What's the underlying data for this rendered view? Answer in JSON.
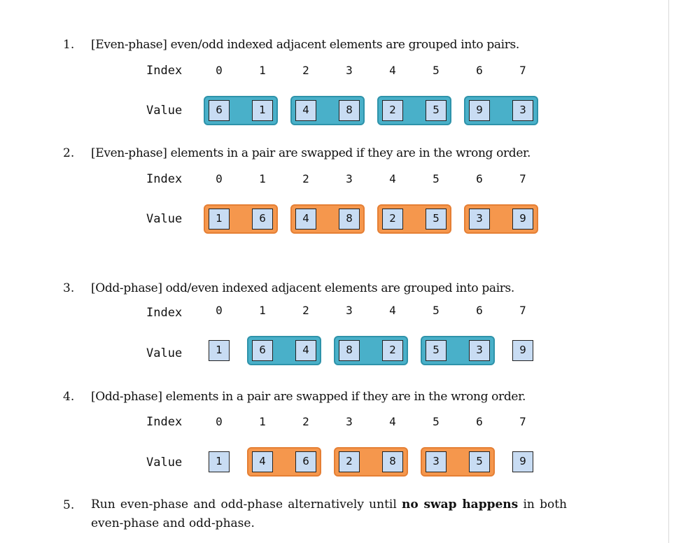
{
  "colors": {
    "group_fill": "#49b0c9",
    "group_border": "#2e93aa",
    "swap_fill": "#f5974d",
    "swap_border": "#e57f34",
    "cell_fill": "#c8dcf3"
  },
  "row_labels": {
    "index": "Index",
    "value": "Value"
  },
  "steps": [
    {
      "number": "1.",
      "text": "[Even-phase] even/odd indexed adjacent elements are grouped into pairs.",
      "indices": [
        "0",
        "1",
        "2",
        "3",
        "4",
        "5",
        "6",
        "7"
      ],
      "values": [
        "6",
        "1",
        "4",
        "8",
        "2",
        "5",
        "9",
        "3"
      ],
      "pair_style": "group",
      "pairs": [
        [
          0,
          1
        ],
        [
          2,
          3
        ],
        [
          4,
          5
        ],
        [
          6,
          7
        ]
      ]
    },
    {
      "number": "2.",
      "text": "[Even-phase] elements in a pair are swapped if they are in the wrong order.",
      "indices": [
        "0",
        "1",
        "2",
        "3",
        "4",
        "5",
        "6",
        "7"
      ],
      "values": [
        "1",
        "6",
        "4",
        "8",
        "2",
        "5",
        "3",
        "9"
      ],
      "pair_style": "swap",
      "pairs": [
        [
          0,
          1
        ],
        [
          2,
          3
        ],
        [
          4,
          5
        ],
        [
          6,
          7
        ]
      ]
    },
    {
      "number": "3.",
      "text": "[Odd-phase] odd/even indexed adjacent elements are grouped into pairs.",
      "indices": [
        "0",
        "1",
        "2",
        "3",
        "4",
        "5",
        "6",
        "7"
      ],
      "values": [
        "1",
        "6",
        "4",
        "8",
        "2",
        "5",
        "3",
        "9"
      ],
      "pair_style": "group",
      "pairs": [
        [
          1,
          2
        ],
        [
          3,
          4
        ],
        [
          5,
          6
        ]
      ]
    },
    {
      "number": "4.",
      "text": "[Odd-phase] elements in a pair are swapped if they are in the wrong order.",
      "indices": [
        "0",
        "1",
        "2",
        "3",
        "4",
        "5",
        "6",
        "7"
      ],
      "values": [
        "1",
        "4",
        "6",
        "2",
        "8",
        "3",
        "5",
        "9"
      ],
      "pair_style": "swap",
      "pairs": [
        [
          1,
          2
        ],
        [
          3,
          4
        ],
        [
          5,
          6
        ]
      ]
    }
  ],
  "step5": {
    "number": "5.",
    "text_before": "Run even-phase and odd-phase alternatively until ",
    "text_bold": "no swap happens",
    "text_after": " in both even-phase and odd-phase."
  }
}
